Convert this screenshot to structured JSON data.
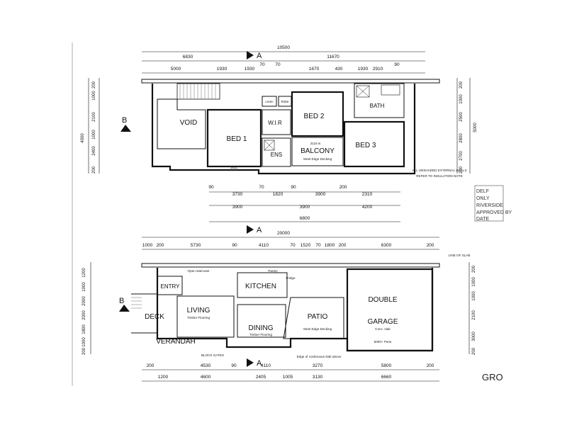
{
  "upper": {
    "overall": "10500",
    "top_dims": [
      "6830",
      "11670"
    ],
    "sub_dims": [
      "5000",
      "1930",
      "1930",
      "70",
      "70",
      "1670",
      "430",
      "1930",
      "2910",
      "90"
    ],
    "rooms": {
      "void": "VOID",
      "bed1": "BED 1",
      "bed2": "BED 2",
      "bed3": "BED 3",
      "wir": "W.I.R",
      "ens": "ENS",
      "balcony": "BALCONY",
      "bath": "BATH"
    },
    "notes": {
      "balcony_floor": "Steel Edge Decking",
      "balcony_area": "2118 w",
      "bottom_note": "1831",
      "linen": "Linen",
      "robe": "Robe",
      "insulation": "ALL UNSHADED EXTERNAL WALLS\nREFER TO INSULATION NOTE"
    },
    "bottom_dims": [
      "90",
      "3730",
      "70",
      "1820",
      "90",
      "3900",
      "200",
      "2310"
    ],
    "bottom_dims2": [
      "3900",
      "3900",
      "4200"
    ],
    "bottom_total": "6800",
    "left_dims": [
      "200",
      "1000",
      "2100",
      "1000",
      "2400",
      "200"
    ],
    "right_dims": [
      "200",
      "1000",
      "2500",
      "2800",
      "2700",
      "200"
    ],
    "right_total": "5000",
    "left_total": "4000"
  },
  "ground": {
    "overall": "20000",
    "top_dims": [
      "1000",
      "200",
      "5730",
      "90",
      "4110",
      "70",
      "1520",
      "70",
      "1800",
      "200",
      "6300",
      "200"
    ],
    "rooms": {
      "entry": "ENTRY",
      "living": "LIVING",
      "kitchen": "KITCHEN",
      "dining": "DINING",
      "patio": "PATIO",
      "garage": "DOUBLE GARAGE",
      "garage_floor": "Conc. slab",
      "deck": "DECK",
      "verandah": "VERANDAH"
    },
    "notes": {
      "living_floor": "Timber Flooring",
      "dining_floor": "Timber Flooring",
      "patio_floor": "Steel Edge Decking",
      "entry_note": "Open staircase",
      "block_gates": "BLOCK GATES",
      "continuation": "Edge of continuous slab above",
      "garage_note": "5000+ Pans",
      "line_of_slab": "LINE OF SLAB",
      "pantry": "Pantry",
      "fridge": "Fridge"
    },
    "bottom_dims": [
      "200",
      "4530",
      "90",
      "4110",
      "3270",
      "5800",
      "200"
    ],
    "bottom_dims2": [
      "1200",
      "4600",
      "2405",
      "1005",
      "3130",
      "6660"
    ],
    "left_dims": [
      "1200",
      "1000",
      "2000",
      "2000",
      "1800",
      "1000",
      "200"
    ],
    "right_dims": [
      "200",
      "1000",
      "1000",
      "2100",
      "3000",
      "200"
    ]
  },
  "sections": [
    "A",
    "A",
    "A",
    "B",
    "B"
  ],
  "stamp": [
    "DELF",
    "ONLY",
    "RIVERSIDE",
    "APPROVED BY",
    "DATE"
  ],
  "cropped_title": "GRO"
}
